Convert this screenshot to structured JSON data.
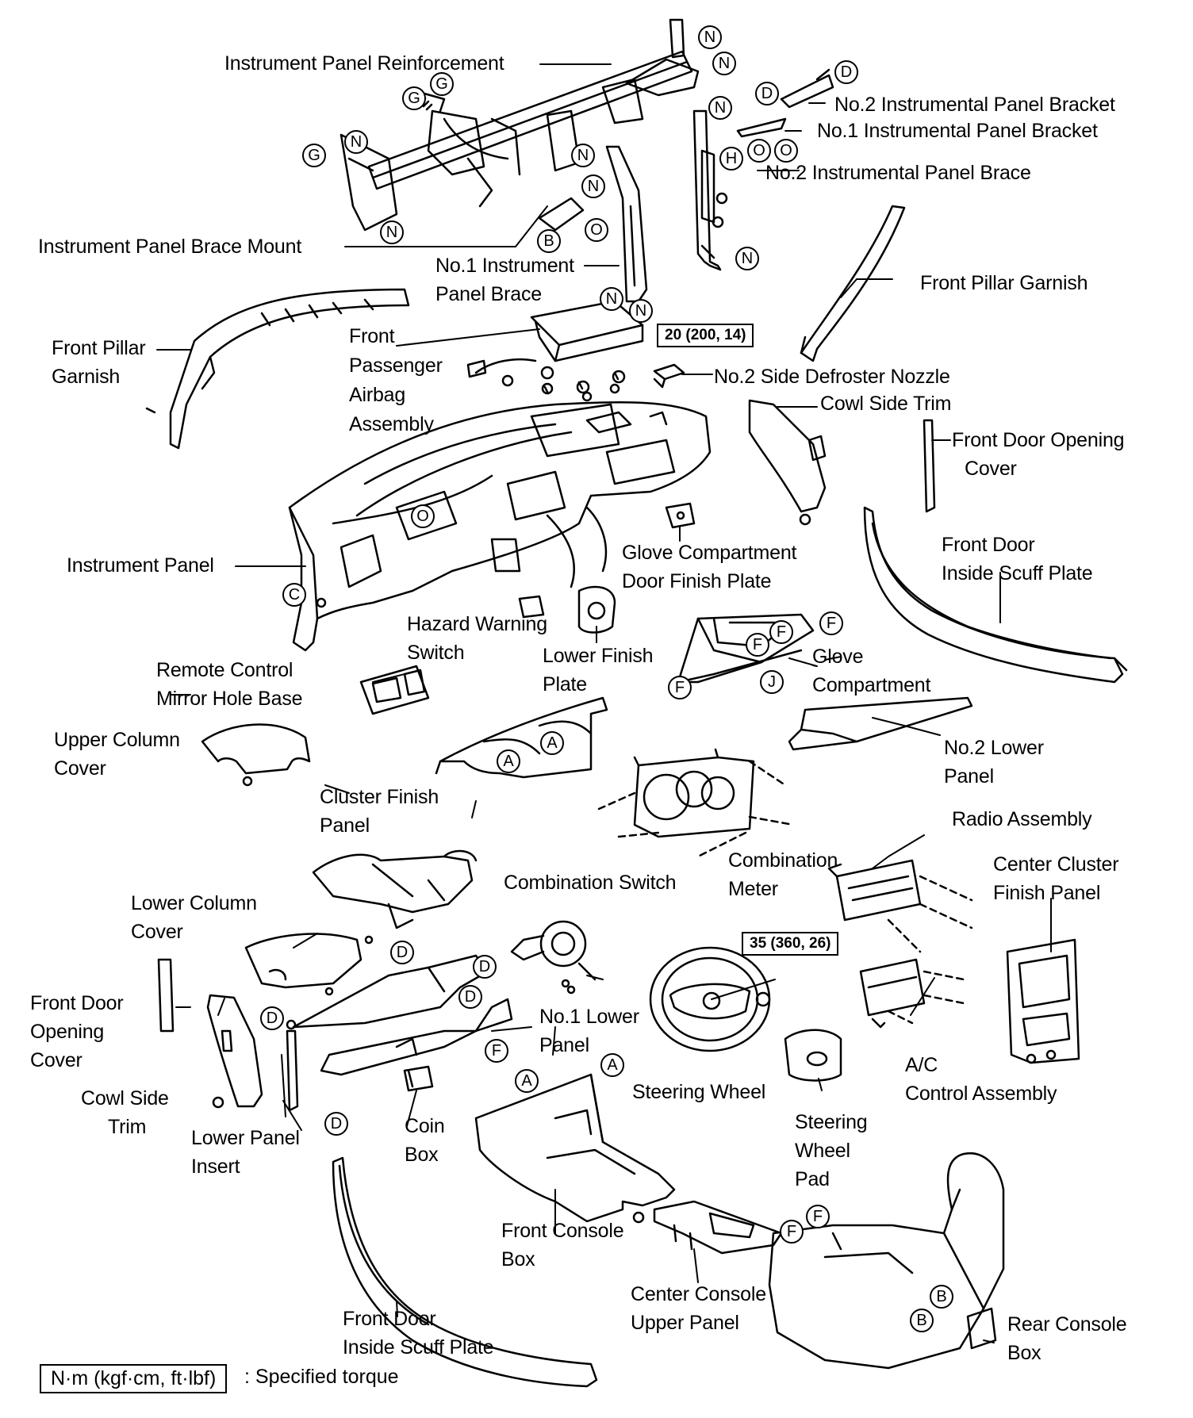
{
  "labels": {
    "instrument_panel_reinforcement": "Instrument Panel Reinforcement",
    "no2_instrumental_panel_bracket": "No.2 Instrumental Panel Bracket",
    "no1_instrumental_panel_bracket": "No.1 Instrumental  Panel Bracket",
    "no2_instrumental_panel_brace": "No.2 Instrumental Panel Brace",
    "instrument_panel_brace_mount": "Instrument Panel Brace Mount",
    "no1_instrument_panel_brace_l1": "No.1 Instrument",
    "no1_instrument_panel_brace_l2": "Panel Brace",
    "front_pillar_garnish_right": "Front Pillar Garnish",
    "front_pillar_garnish_left_l1": "Front Pillar",
    "front_pillar_garnish_left_l2": "Garnish",
    "front_passenger_airbag_l1": "Front",
    "front_passenger_airbag_l2": "Passenger",
    "front_passenger_airbag_l3": "Airbag",
    "front_passenger_airbag_l4": "Assembly",
    "no2_side_defroster_nozzle": "No.2 Side Defroster Nozzle",
    "cowl_side_trim_right": "Cowl Side Trim",
    "front_door_opening_cover_right_l1": "Front Door Opening",
    "front_door_opening_cover_right_l2": "Cover",
    "glove_compartment_door_finish_plate_l1": "Glove Compartment",
    "glove_compartment_door_finish_plate_l2": "Door Finish Plate",
    "front_door_inside_scuff_plate_right_l1": "Front Door",
    "front_door_inside_scuff_plate_right_l2": "Inside Scuff Plate",
    "instrument_panel": "Instrument Panel",
    "hazard_warning_switch_l1": "Hazard Warning",
    "hazard_warning_switch_l2": "Switch",
    "lower_finish_plate_l1": "Lower Finish",
    "lower_finish_plate_l2": "Plate",
    "glove_compartment_l1": "Glove",
    "glove_compartment_l2": "Compartment",
    "remote_control_mirror_hole_base_l1": "Remote Control",
    "remote_control_mirror_hole_base_l2": "Mirror Hole Base",
    "upper_column_cover_l1": "Upper Column",
    "upper_column_cover_l2": "Cover",
    "no2_lower_panel_l1": "No.2 Lower",
    "no2_lower_panel_l2": "Panel",
    "cluster_finish_panel_l1": "Cluster Finish",
    "cluster_finish_panel_l2": "Panel",
    "radio_assembly": "Radio Assembly",
    "combination_meter_l1": "Combination",
    "combination_meter_l2": "Meter",
    "center_cluster_finish_panel_l1": "Center Cluster",
    "center_cluster_finish_panel_l2": "Finish Panel",
    "combination_switch": "Combination Switch",
    "lower_column_cover_l1": "Lower Column",
    "lower_column_cover_l2": "Cover",
    "front_door_opening_cover_left_l1": "Front Door",
    "front_door_opening_cover_left_l2": "Opening",
    "front_door_opening_cover_left_l3": "Cover",
    "no1_lower_panel_l1": "No.1 Lower",
    "no1_lower_panel_l2": "Panel",
    "cowl_side_trim_left_l1": "Cowl Side",
    "cowl_side_trim_left_l2": "Trim",
    "lower_panel_insert_l1": "Lower Panel",
    "lower_panel_insert_l2": "Insert",
    "coin_box_l1": "Coin",
    "coin_box_l2": "Box",
    "steering_wheel": "Steering Wheel",
    "ac_control_assembly_l1": "A/C",
    "ac_control_assembly_l2": "Control Assembly",
    "steering_wheel_pad_l1": "Steering",
    "steering_wheel_pad_l2": "Wheel",
    "steering_wheel_pad_l3": "Pad",
    "front_console_box_l1": "Front Console",
    "front_console_box_l2": "Box",
    "center_console_upper_panel_l1": "Center Console",
    "center_console_upper_panel_l2": "Upper Panel",
    "front_door_inside_scuff_plate_left_l1": "Front Door",
    "front_door_inside_scuff_plate_left_l2": "Inside Scuff Plate",
    "rear_console_box_l1": "Rear Console",
    "rear_console_box_l2": "Box"
  },
  "torques": {
    "airbag": "20 (200, 14)",
    "steering_wheel": "35 (360, 26)"
  },
  "legend": {
    "unit": "N·m (kgf·cm, ft·lbf)",
    "text": ": Specified torque"
  },
  "markers": [
    {
      "id": "m1",
      "letter": "N"
    },
    {
      "id": "m2",
      "letter": "N"
    },
    {
      "id": "m3",
      "letter": "D"
    },
    {
      "id": "m4",
      "letter": "D"
    },
    {
      "id": "m5",
      "letter": "G"
    },
    {
      "id": "m6",
      "letter": "G"
    },
    {
      "id": "m7",
      "letter": "N"
    },
    {
      "id": "m8",
      "letter": "O"
    },
    {
      "id": "m9",
      "letter": "O"
    },
    {
      "id": "m10",
      "letter": "H"
    },
    {
      "id": "m11",
      "letter": "N"
    },
    {
      "id": "m12",
      "letter": "G"
    },
    {
      "id": "m13",
      "letter": "N"
    },
    {
      "id": "m14",
      "letter": "N"
    },
    {
      "id": "m15",
      "letter": "N"
    },
    {
      "id": "m16",
      "letter": "B"
    },
    {
      "id": "m17",
      "letter": "O"
    },
    {
      "id": "m18",
      "letter": "N"
    },
    {
      "id": "m19",
      "letter": "N"
    },
    {
      "id": "m20",
      "letter": "N"
    },
    {
      "id": "m21",
      "letter": "O"
    },
    {
      "id": "m22",
      "letter": "C"
    },
    {
      "id": "m23",
      "letter": "F"
    },
    {
      "id": "m24",
      "letter": "F"
    },
    {
      "id": "m25",
      "letter": "F"
    },
    {
      "id": "m26",
      "letter": "F"
    },
    {
      "id": "m27",
      "letter": "J"
    },
    {
      "id": "m28",
      "letter": "A"
    },
    {
      "id": "m29",
      "letter": "A"
    },
    {
      "id": "m30",
      "letter": "D"
    },
    {
      "id": "m31",
      "letter": "D"
    },
    {
      "id": "m32",
      "letter": "D"
    },
    {
      "id": "m33",
      "letter": "D"
    },
    {
      "id": "m34",
      "letter": "F"
    },
    {
      "id": "m35",
      "letter": "D"
    },
    {
      "id": "m36",
      "letter": "A"
    },
    {
      "id": "m37",
      "letter": "A"
    },
    {
      "id": "m38",
      "letter": "F"
    },
    {
      "id": "m39",
      "letter": "F"
    },
    {
      "id": "m40",
      "letter": "B"
    },
    {
      "id": "m41",
      "letter": "B"
    }
  ]
}
